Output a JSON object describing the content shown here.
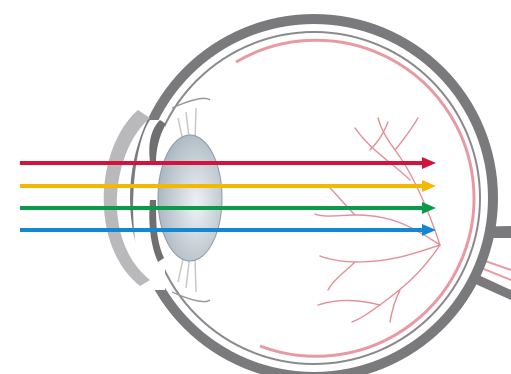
{
  "diagram": {
    "subject": "eye-cross-section",
    "colors": {
      "outer_wall": "#7a7a7c",
      "inner_wall": "#ffffff",
      "cornea": "#b9b9bb",
      "iris": "#6f6f71",
      "lens_light": "#eef2f5",
      "lens_dark": "#a6b3bd",
      "retina": "#e89aa2",
      "vessels": "#e38f98",
      "ligament": "#c8c8ca"
    },
    "rays": [
      {
        "id": "red",
        "color": "#d2143c"
      },
      {
        "id": "yellow",
        "color": "#f5b800"
      },
      {
        "id": "green",
        "color": "#0a9a4a"
      },
      {
        "id": "blue",
        "color": "#1487d2"
      }
    ]
  }
}
